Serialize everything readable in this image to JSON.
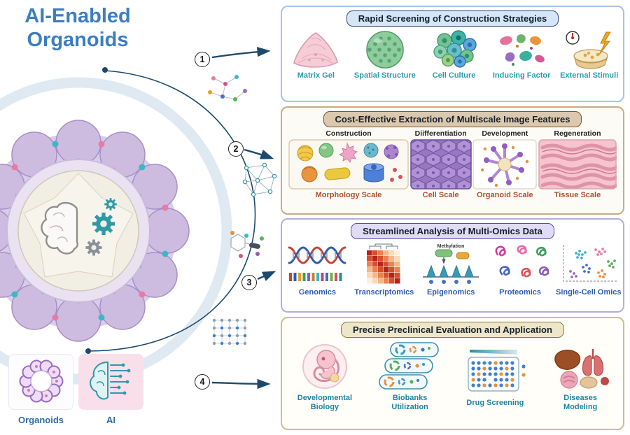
{
  "title": {
    "line1": "AI-Enabled",
    "line2": "Organoids"
  },
  "left": {
    "organoids_label": "Organoids",
    "ai_label": "AI"
  },
  "steps": [
    "1",
    "2",
    "3",
    "4"
  ],
  "panels": {
    "screening": {
      "header": "Rapid Screening of Construction Strategies",
      "items": [
        {
          "label": "Matrix Gel",
          "icon": "matrix-gel-icon"
        },
        {
          "label": "Spatial Structure",
          "icon": "spatial-structure-icon"
        },
        {
          "label": "Cell Culture",
          "icon": "cell-culture-icon"
        },
        {
          "label": "Inducing Factor",
          "icon": "inducing-factor-icon"
        },
        {
          "label": "External Stimuli",
          "icon": "external-stimuli-icon"
        }
      ]
    },
    "extraction": {
      "header": "Cost-Effective Extraction of Multiscale Image Features",
      "stages": [
        "Construction",
        "Diifferentiation",
        "Development",
        "Regeneration"
      ],
      "scales": [
        "Morphology Scale",
        "Cell Scale",
        "Organoid Scale",
        "Tissue Scale"
      ]
    },
    "omics": {
      "header": "Streamlined Analysis of Multi-Omics Data",
      "items": [
        "Genomics",
        "Transcriptomics",
        "Epigenomics",
        "Proteomics",
        "Single-Cell Omics"
      ],
      "epigenomics_note": "Methylation"
    },
    "preclinical": {
      "header": "Precise Preclinical Evaluation and Application",
      "items": [
        "Developmental Biology",
        "Biobanks Utilization",
        "Drug Screening",
        "Diseases Modeling"
      ]
    }
  },
  "colors": {
    "title_blue": "#3c7dc2",
    "screening_label": "#2a9cab",
    "extraction_label": "#b34e2c",
    "omics_label": "#2d5cb5",
    "preclinical_label": "#1d84a5",
    "header1_bg": "#d6e5f8",
    "header2_bg": "#dbc8ae",
    "header3_bg": "#e0dbf7",
    "header4_bg": "#eee6c8",
    "connector": "#1c4a6e"
  }
}
